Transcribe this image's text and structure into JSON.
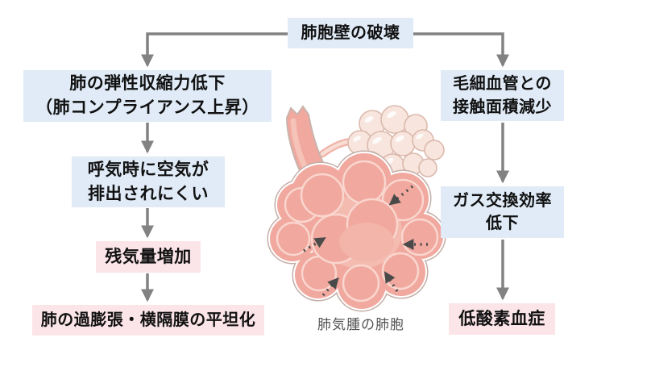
{
  "page": {
    "background": "#ffffff"
  },
  "nodes": {
    "root": {
      "label": "肺胞壁の破壊"
    },
    "left1": {
      "line1": "肺の弾性収縮力低下",
      "line2": "（肺コンプライアンス上昇）"
    },
    "left2": {
      "line1": "呼気時に空気が",
      "line2": "排出されにくい"
    },
    "left3": {
      "label": "残気量増加"
    },
    "left4": {
      "label": "肺の過膨張・横隔膜の平坦化"
    },
    "right1": {
      "line1": "毛細血管との",
      "line2": "接触面積減少"
    },
    "right2": {
      "line1": "ガス交換効率",
      "line2": "低下"
    },
    "right3": {
      "label": "低酸素血症"
    }
  },
  "illustration": {
    "caption": "肺気腫の肺胞"
  },
  "colors": {
    "box_blue": "#e0ebf7",
    "box_pink": "#fbe5e9",
    "text_black": "#111111",
    "flow_arrow_gray": "#828282",
    "caption_gray": "#545454",
    "alveolus_pink": "#f1a89e",
    "alveolus_inner_light": "#f4bcb1",
    "healthy_alveoli_cream": "#f8e5dd",
    "dashed_arrow_dark": "#4a4a4a"
  }
}
